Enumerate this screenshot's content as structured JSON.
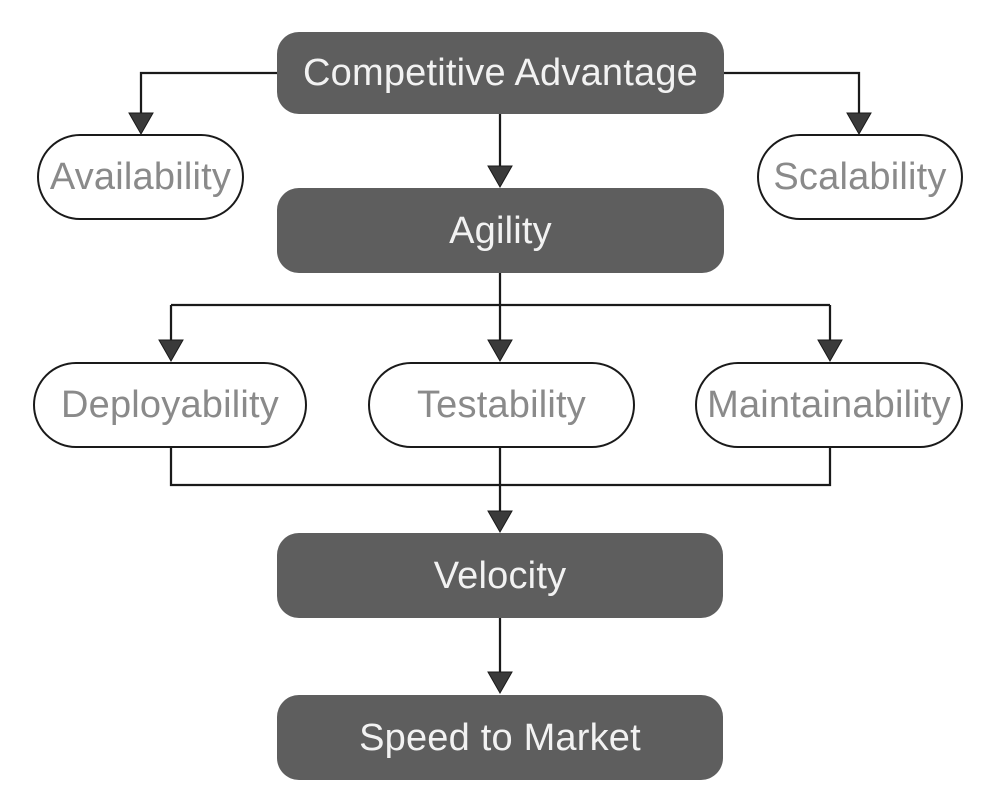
{
  "colors": {
    "background": "#ffffff",
    "box_fill": "#5e5e5e",
    "box_text": "#f2f2f2",
    "pill_fill": "#ffffff",
    "pill_border": "#1a1a1a",
    "pill_text": "#8a8a8a",
    "line": "#1a1a1a",
    "arrowhead": "#3a3a3a"
  },
  "diagram": {
    "type": "flowchart",
    "nodes": {
      "competitive_advantage": {
        "label": "Competitive Advantage",
        "style": "emphasis-box"
      },
      "availability": {
        "label": "Availability",
        "style": "outline-pill"
      },
      "scalability": {
        "label": "Scalability",
        "style": "outline-pill"
      },
      "agility": {
        "label": "Agility",
        "style": "emphasis-box"
      },
      "deployability": {
        "label": "Deployability",
        "style": "outline-pill"
      },
      "testability": {
        "label": "Testability",
        "style": "outline-pill"
      },
      "maintainability": {
        "label": "Maintainability",
        "style": "outline-pill"
      },
      "velocity": {
        "label": "Velocity",
        "style": "emphasis-box"
      },
      "speed_to_market": {
        "label": "Speed to Market",
        "style": "emphasis-box"
      }
    },
    "edges": [
      {
        "from": "competitive_advantage",
        "to": "availability"
      },
      {
        "from": "competitive_advantage",
        "to": "scalability"
      },
      {
        "from": "competitive_advantage",
        "to": "agility"
      },
      {
        "from": "agility",
        "to": "deployability"
      },
      {
        "from": "agility",
        "to": "testability"
      },
      {
        "from": "agility",
        "to": "maintainability"
      },
      {
        "from": "deployability",
        "to": "velocity"
      },
      {
        "from": "testability",
        "to": "velocity"
      },
      {
        "from": "maintainability",
        "to": "velocity"
      },
      {
        "from": "velocity",
        "to": "speed_to_market"
      }
    ]
  }
}
